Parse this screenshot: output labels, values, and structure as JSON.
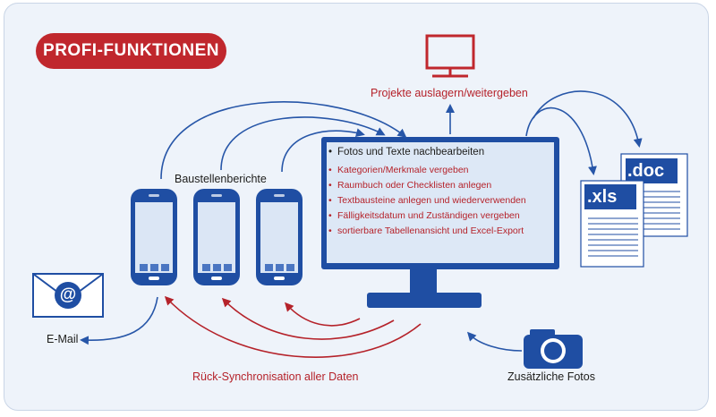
{
  "badge": "PROFI-FUNKTIONEN",
  "labels": {
    "export": "Projekte auslagern/weitergeben",
    "reports": "Baustellenberichte",
    "email": "E-Mail",
    "sync": "Rück-Synchronisation aller Daten",
    "photos": "Zusätzliche Fotos"
  },
  "features": [
    "Fotos und Texte nachbearbeiten",
    "Kategorien/Merkmale vergeben",
    "Raumbuch oder Checklisten anlegen",
    "Textbausteine anlegen und wiederverwenden",
    "Fälligkeitsdatum und Zuständigen vergeben",
    "sortierbare Tabellenansicht und Excel-Export"
  ],
  "documents": {
    "doc": ".doc",
    "xls": ".xls"
  },
  "email_symbol": "@",
  "icons": [
    "computer-monitor-icon",
    "smartphone-icon",
    "envelope-icon",
    "camera-icon",
    "document-icon"
  ],
  "colors": {
    "accent_red": "#c0272d",
    "primary_blue": "#1f4ea3",
    "background": "#eef3fa"
  }
}
